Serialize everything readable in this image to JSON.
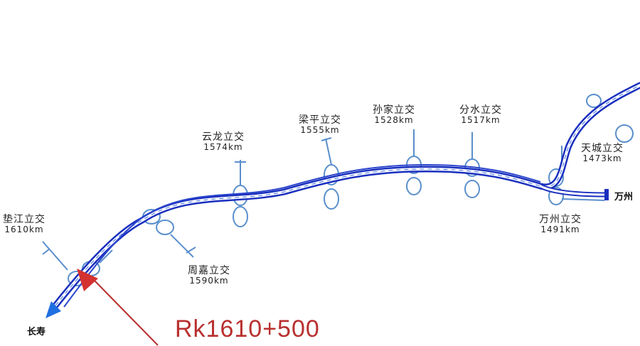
{
  "interchanges": [
    {
      "id": "dianjiang",
      "name": "垫江立交",
      "km": "1610km"
    },
    {
      "id": "zhoujia",
      "name": "周嘉立交",
      "km": "1590km"
    },
    {
      "id": "yunlong",
      "name": "云龙立交",
      "km": "1574km"
    },
    {
      "id": "liangping",
      "name": "梁平立交",
      "km": "1555km"
    },
    {
      "id": "sunjia",
      "name": "孙家立交",
      "km": "1528km"
    },
    {
      "id": "fenshui",
      "name": "分水立交",
      "km": "1517km"
    },
    {
      "id": "wanzhou",
      "name": "万州立交",
      "km": "1491km"
    },
    {
      "id": "tiancheng",
      "name": "天城立交",
      "km": "1473km"
    }
  ],
  "cities": {
    "start": "长寿",
    "end": "万州"
  },
  "marker": {
    "label": "Rk1610+500",
    "color": "#b8302f"
  },
  "colors": {
    "road": "#1a2fbf",
    "road_light": "#3b6fd8",
    "ramp": "#4f86c6",
    "arrow": "#1f6fe0"
  }
}
